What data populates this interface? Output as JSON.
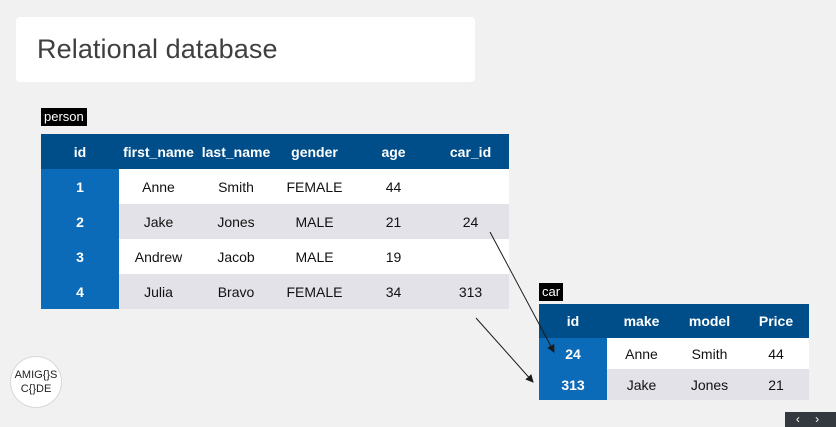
{
  "slide": {
    "title": "Relational database"
  },
  "person": {
    "tag": "person",
    "columns": [
      "id",
      "first_name",
      "last_name",
      "gender",
      "age",
      "car_id"
    ],
    "rows": [
      [
        "1",
        "Anne",
        "Smith",
        "FEMALE",
        "44",
        ""
      ],
      [
        "2",
        "Jake",
        "Jones",
        "MALE",
        "21",
        "24"
      ],
      [
        "3",
        "Andrew",
        "Jacob",
        "MALE",
        "19",
        ""
      ],
      [
        "4",
        "Julia",
        "Bravo",
        "FEMALE",
        "34",
        "313"
      ]
    ]
  },
  "car": {
    "tag": "car",
    "columns": [
      "id",
      "make",
      "model",
      "Price"
    ],
    "rows": [
      [
        "24",
        "Anne",
        "Smith",
        "44"
      ],
      [
        "313",
        "Jake",
        "Jones",
        "21"
      ]
    ]
  },
  "logo": {
    "line1": "AMIG{}S",
    "line2": "C{}DE"
  },
  "nav": {
    "arrows": "‹ ›"
  },
  "colors": {
    "header": "#004e89",
    "id_cell": "#0c6bb8",
    "row_alt": "#e3e2e8",
    "background": "#f1f1f1"
  }
}
